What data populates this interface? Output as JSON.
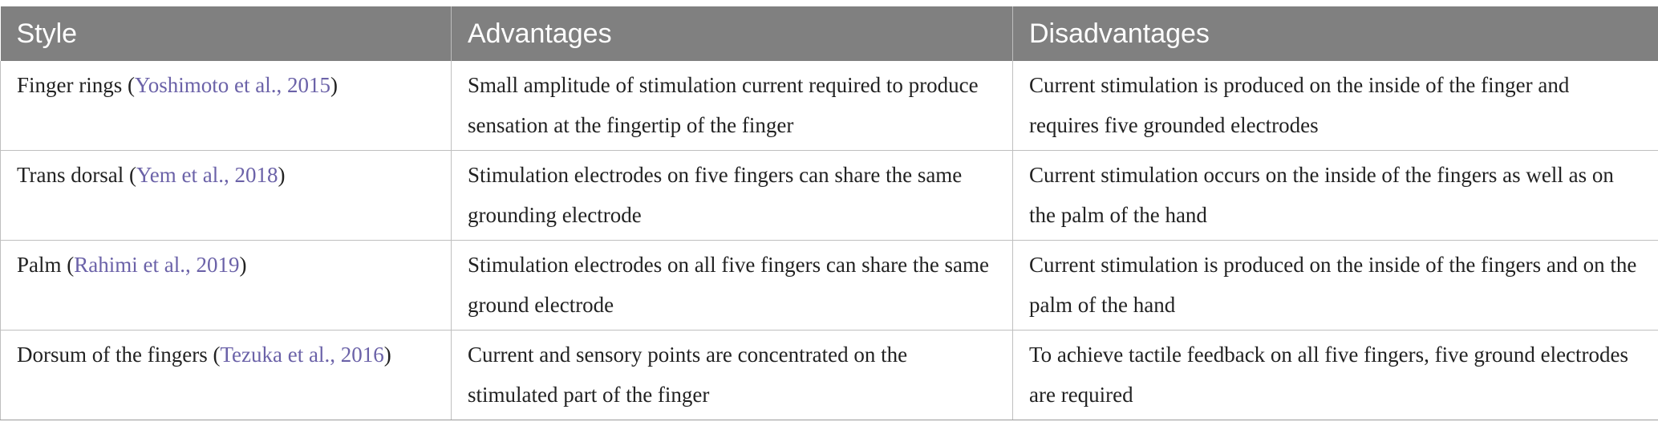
{
  "table": {
    "headers": [
      "Style",
      "Advantages",
      "Disadvantages"
    ],
    "rows": [
      {
        "style_label": "Finger rings",
        "citation": "Yoshimoto et al., 2015",
        "advantages": "Small amplitude of stimulation current required to produce sensation at the fingertip of the finger",
        "disadvantages": "Current stimulation is produced on the inside of the finger and requires five grounded electrodes"
      },
      {
        "style_label": "Trans dorsal",
        "citation": "Yem et al., 2018",
        "advantages": "Stimulation electrodes on five fingers can share the same grounding electrode",
        "disadvantages": "Current stimulation occurs on the inside of the fingers as well as on the palm of the hand"
      },
      {
        "style_label": "Palm",
        "citation": "Rahimi et al., 2019",
        "advantages": "Stimulation electrodes on all five fingers can share the same ground electrode",
        "disadvantages": "Current stimulation is produced on the inside of the fingers and on the palm of the hand"
      },
      {
        "style_label": "Dorsum of the fingers",
        "citation": "Tezuka et al., 2016",
        "advantages": "Current and sensory points are concentrated on the stimulated part of the finger",
        "disadvantages": "To achieve tactile feedback on all five fingers, five ground electrodes are required"
      }
    ]
  },
  "colors": {
    "header_background": "#808080",
    "header_text": "#ffffff",
    "citation_link": "#6b62a8",
    "border": "#bfbfbf"
  }
}
